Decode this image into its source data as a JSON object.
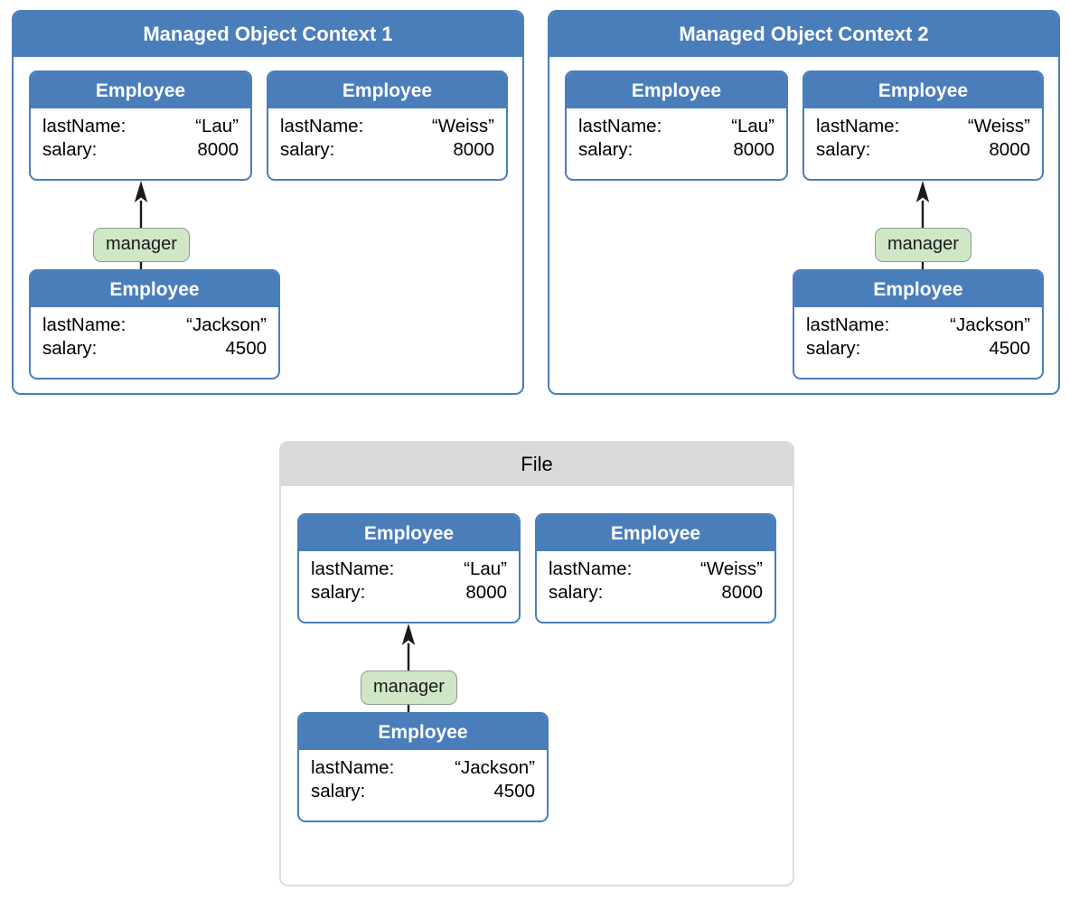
{
  "diagram": {
    "title": "Core Data managed object contexts and file",
    "colors": {
      "header_blue": "#4A7EBB",
      "file_header_gray": "#D9D9D9",
      "badge_green": "#CFE7C6",
      "badge_border": "#8C9A8A",
      "card_background": "#FFFFFF",
      "text_black": "#000000",
      "text_white": "#FFFFFF"
    },
    "attribute_keys": {
      "last_name": "lastName:",
      "salary": "salary:"
    },
    "relationship_label": "manager",
    "entity_title": "Employee"
  },
  "panels": [
    {
      "id": "context-1",
      "kind": "managed-object-context",
      "title": "Managed Object Context 1",
      "cards": [
        {
          "id": "ctx1-lau",
          "title": "Employee",
          "attributes": [
            {
              "key": "lastName:",
              "value": "“Lau”"
            },
            {
              "key": "salary:",
              "value": "8000"
            }
          ]
        },
        {
          "id": "ctx1-weiss",
          "title": "Employee",
          "attributes": [
            {
              "key": "lastName:",
              "value": "“Weiss”"
            },
            {
              "key": "salary:",
              "value": "8000"
            }
          ]
        },
        {
          "id": "ctx1-jackson",
          "title": "Employee",
          "attributes": [
            {
              "key": "lastName:",
              "value": "“Jackson”"
            },
            {
              "key": "salary:",
              "value": "4500"
            }
          ]
        }
      ],
      "relationships": [
        {
          "id": "ctx1-manager",
          "label": "manager",
          "from": "ctx1-jackson",
          "to": "ctx1-lau"
        }
      ]
    },
    {
      "id": "context-2",
      "kind": "managed-object-context",
      "title": "Managed Object Context 2",
      "cards": [
        {
          "id": "ctx2-lau",
          "title": "Employee",
          "attributes": [
            {
              "key": "lastName:",
              "value": "“Lau”"
            },
            {
              "key": "salary:",
              "value": "8000"
            }
          ]
        },
        {
          "id": "ctx2-weiss",
          "title": "Employee",
          "attributes": [
            {
              "key": "lastName:",
              "value": "“Weiss”"
            },
            {
              "key": "salary:",
              "value": "8000"
            }
          ]
        },
        {
          "id": "ctx2-jackson",
          "title": "Employee",
          "attributes": [
            {
              "key": "lastName:",
              "value": "“Jackson”"
            },
            {
              "key": "salary:",
              "value": "4500"
            }
          ]
        }
      ],
      "relationships": [
        {
          "id": "ctx2-manager",
          "label": "manager",
          "from": "ctx2-jackson",
          "to": "ctx2-weiss"
        }
      ]
    },
    {
      "id": "file",
      "kind": "file",
      "title": "File",
      "cards": [
        {
          "id": "file-lau",
          "title": "Employee",
          "attributes": [
            {
              "key": "lastName:",
              "value": "“Lau”"
            },
            {
              "key": "salary:",
              "value": "8000"
            }
          ]
        },
        {
          "id": "file-weiss",
          "title": "Employee",
          "attributes": [
            {
              "key": "lastName:",
              "value": "“Weiss”"
            },
            {
              "key": "salary:",
              "value": "8000"
            }
          ]
        },
        {
          "id": "file-jackson",
          "title": "Employee",
          "attributes": [
            {
              "key": "lastName:",
              "value": "“Jackson”"
            },
            {
              "key": "salary:",
              "value": "4500"
            }
          ]
        }
      ],
      "relationships": [
        {
          "id": "file-manager",
          "label": "manager",
          "from": "file-jackson",
          "to": "file-lau"
        }
      ]
    }
  ]
}
